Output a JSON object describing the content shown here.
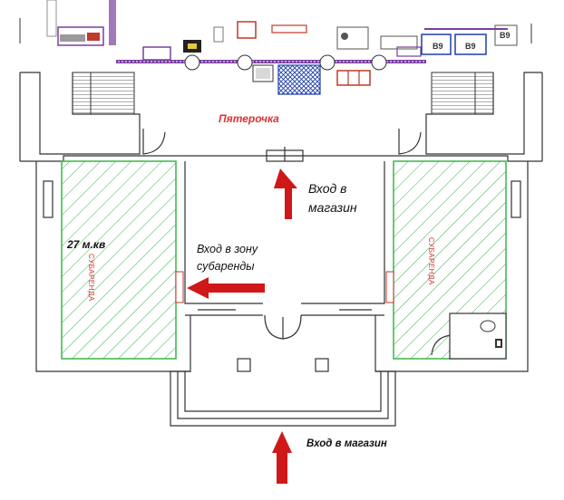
{
  "labels": {
    "store_name": "Пятерочка",
    "entrance_store_main": "Вход в магазин",
    "sublease_area": "27 м.кв",
    "entrance_sublease": "Вход в зону субаренды",
    "entrance_store_bottom": "Вход в магазин",
    "sublease_left": "СУБАРЕНДА",
    "sublease_right": "СУБАРЕНДА",
    "cell_b9_a": "В9",
    "cell_b9_b": "В9",
    "cell_b9_c": "В9"
  },
  "colors": {
    "wall": "#333333",
    "sublease_hatch": "#39b54a",
    "arrow": "#d01818",
    "accent_purple": "#7a3ea0",
    "accent_blue": "#1e3fa8",
    "accent_red": "#e03030"
  }
}
